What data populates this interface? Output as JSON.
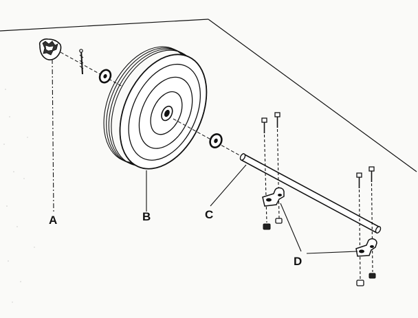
{
  "labels": {
    "a": "A",
    "b": "B",
    "c": "C",
    "d": "D"
  },
  "colors": {
    "ink": "#111111",
    "paper": "#fafaf8"
  },
  "parts": [
    {
      "id": "A",
      "icon": "hub-cap-icon"
    },
    {
      "id": "B",
      "icon": "wheel-icon"
    },
    {
      "id": "C",
      "icon": "axle-icon"
    },
    {
      "id": "D",
      "icon": "axle-bracket-icon"
    }
  ]
}
